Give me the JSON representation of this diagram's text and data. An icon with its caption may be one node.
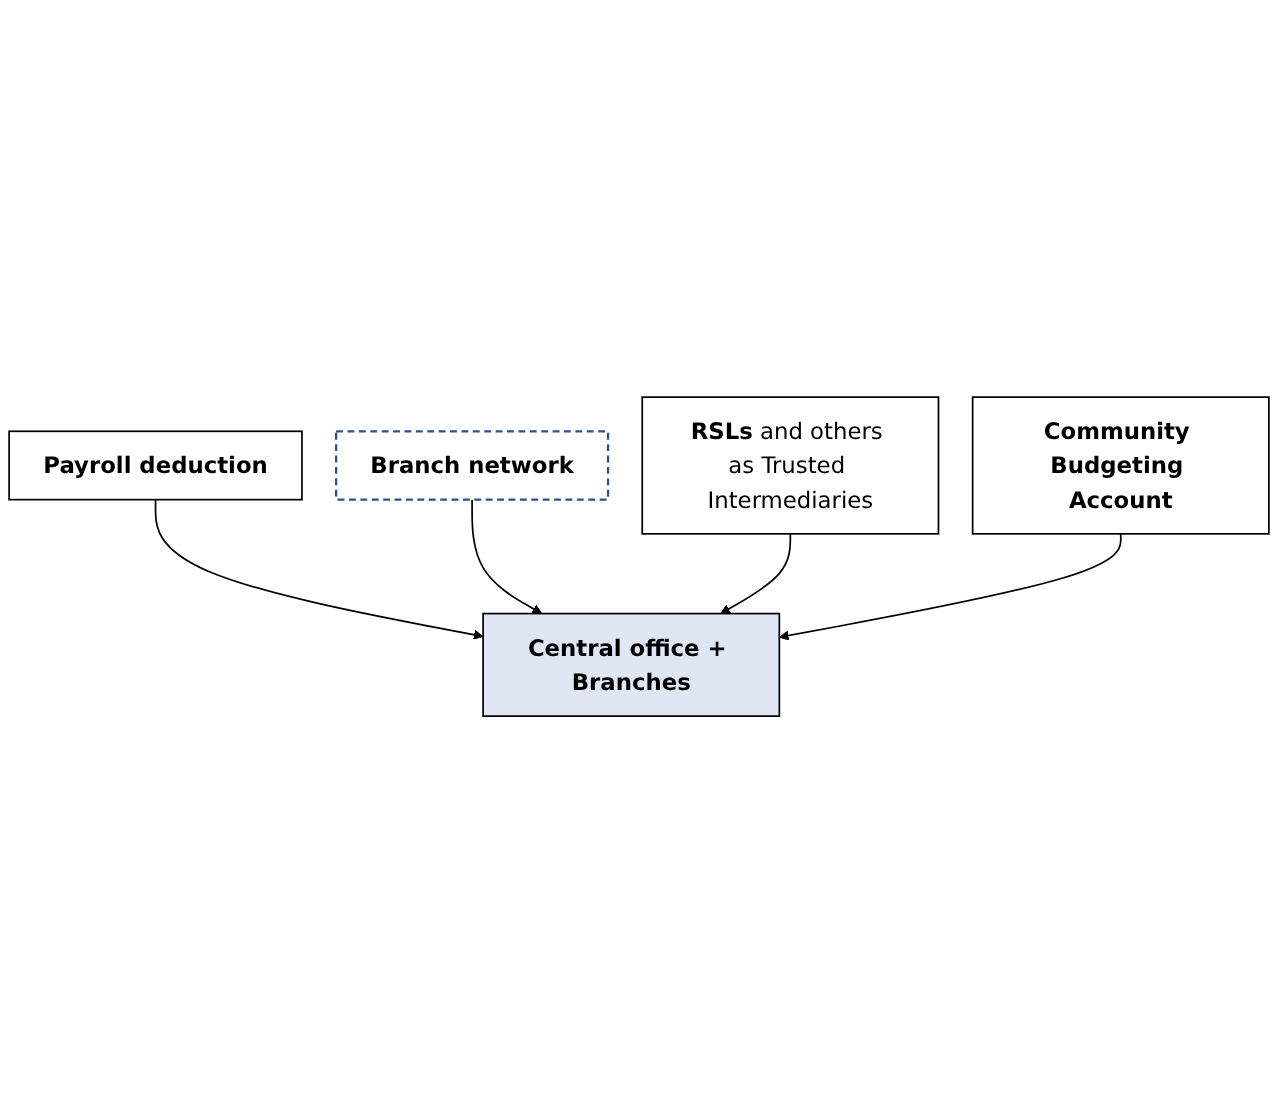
{
  "diagram": {
    "nodes": [
      {
        "text": [
          "Payroll deduction"
        ]
      },
      {
        "text": [
          "Branch network"
        ]
      },
      {
        "text": [
          "Central office + Branches"
        ]
      },
      {
        "text": [
          "**RSLs** and others as Trusted Intermediaries"
        ]
      },
      {
        "text": [
          "Community Budgeting Account"
        ]
      }
    ],
    "edges": [
      {
        "from": 0,
        "to": 2,
        "arrow": "to"
      },
      {
        "from": 1,
        "to": 2,
        "arrow": "to"
      },
      {
        "from": 3,
        "to": 2,
        "arrow": "to"
      },
      {
        "from": 4,
        "to": 2,
        "arrow": "to"
      }
    ]
  }
}
